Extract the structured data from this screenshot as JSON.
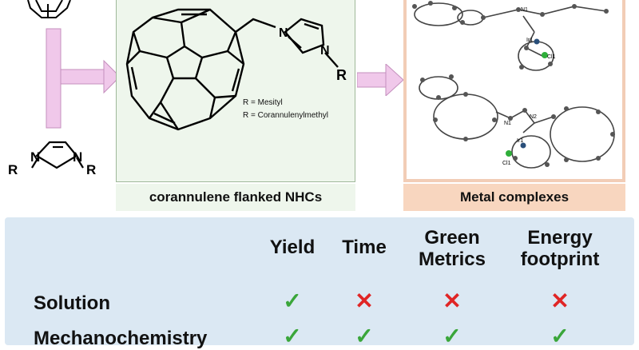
{
  "captions": {
    "green": "corannulene flanked NHCs",
    "peach": "Metal complexes"
  },
  "substituents": {
    "line1": "R = Mesityl",
    "line2": "R = Corannulenylmethyl"
  },
  "atom_labels": {
    "n_top": "N",
    "n_right": "N",
    "r": "R",
    "imid_n_left": "N",
    "imid_n_right": "N",
    "imid_r_left": "R",
    "imid_r_right": "R"
  },
  "crystal_labels": {
    "n1_top": "N1",
    "ir1_top": "Ir1",
    "cl1_top": "Cl1",
    "n1_bot": "N1",
    "n2_bot": "N2",
    "ir1_bot": "Ir1",
    "cl1_bot": "Cl1"
  },
  "table": {
    "columns": [
      "Yield",
      "Time",
      "Green\nMetrics",
      "Energy\nfootprint"
    ],
    "rows": [
      {
        "label": "Solution",
        "marks": [
          "check",
          "cross",
          "cross",
          "cross"
        ]
      },
      {
        "label": "Mechanochemistry",
        "marks": [
          "check",
          "check",
          "check",
          "check"
        ]
      }
    ]
  },
  "colors": {
    "check": "#3aa63a",
    "cross": "#e02525",
    "arrow": "#f0c8ea",
    "green_panel": "#eef6ec",
    "peach_panel": "#f8d6bf",
    "blue_panel": "#dbe8f3"
  }
}
